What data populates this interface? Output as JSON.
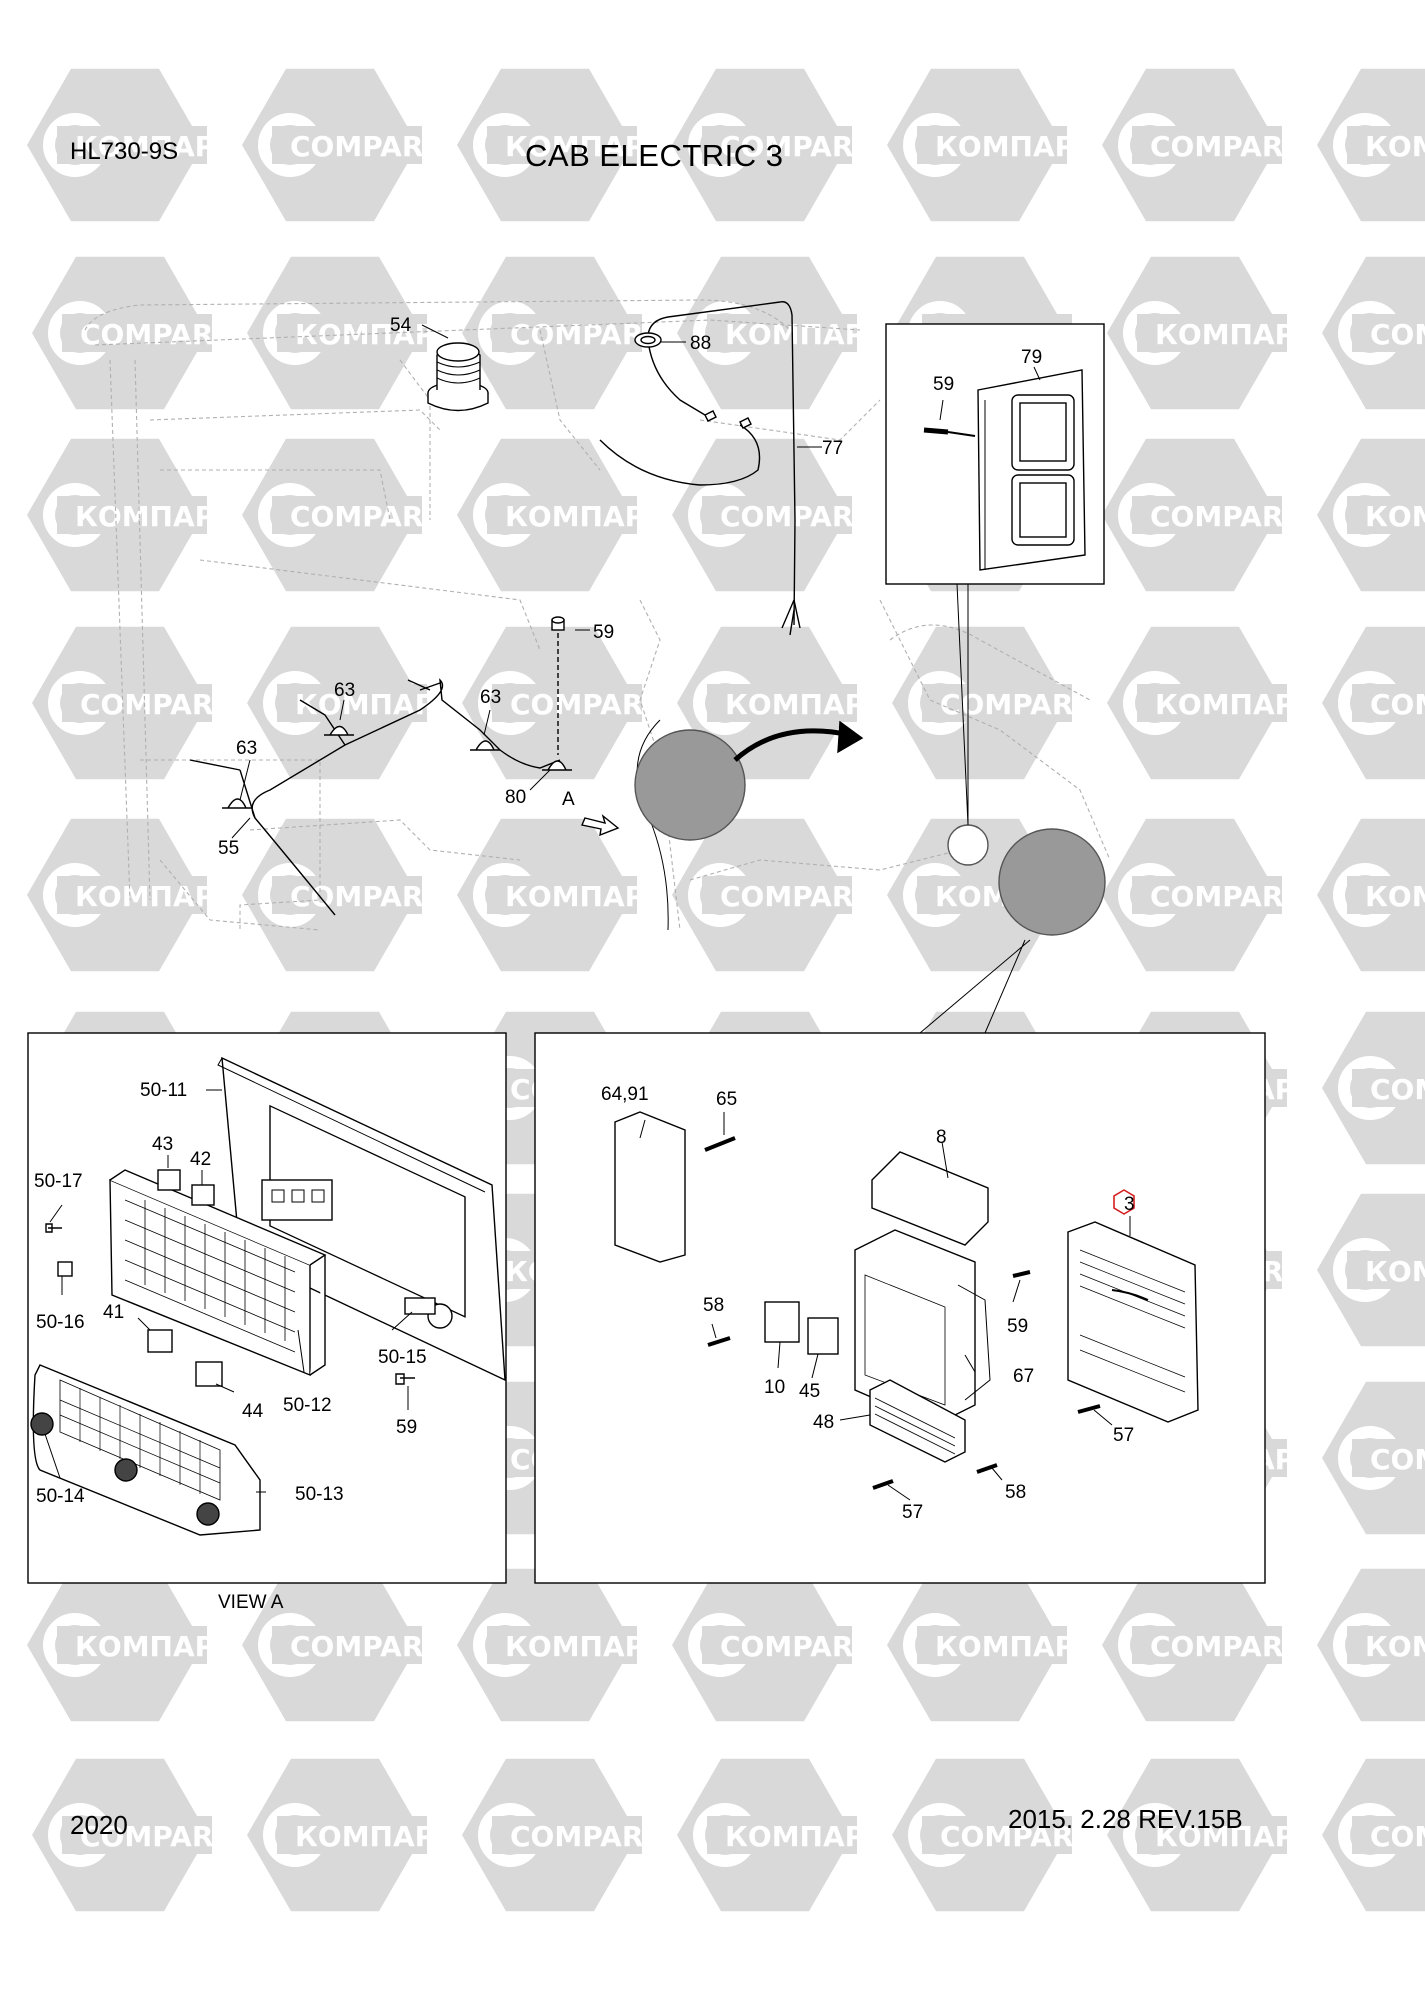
{
  "header": {
    "model": "HL730-9S",
    "title": "CAB ELECTRIC 3"
  },
  "footer": {
    "page_number": "2020",
    "revision": "2015. 2.28  REV.15B"
  },
  "watermark": {
    "texts": [
      "КОМПАРТ",
      "COMPART"
    ]
  },
  "callouts": {
    "c54": "54",
    "c88": "88",
    "c77": "77",
    "c79": "79",
    "c59a": "59",
    "c59b": "59",
    "c63a": "63",
    "c63b": "63",
    "c63c": "63",
    "c80": "80",
    "cA": "A",
    "c55": "55",
    "c50_11": "50-11",
    "c43": "43",
    "c42": "42",
    "c50_17": "50-17",
    "c50_16": "50-16",
    "c41": "41",
    "c44": "44",
    "c50_12": "50-12",
    "c50_15": "50-15",
    "c59c": "59",
    "c50_14": "50-14",
    "c50_13": "50-13",
    "c6491": "64,91",
    "c65": "65",
    "c8": "8",
    "c3": "3",
    "c58a": "58",
    "c59d": "59",
    "c10": "10",
    "c45": "45",
    "c67": "67",
    "c48": "48",
    "c57a": "57",
    "c57b": "57",
    "c58b": "58"
  },
  "view_label": "VIEW A",
  "colors": {
    "line": "#000000",
    "watermark_fill": "#d9d9d9",
    "watermark_text": "#ffffff",
    "highlight": "#d42020",
    "circle_fill": "#999999"
  }
}
